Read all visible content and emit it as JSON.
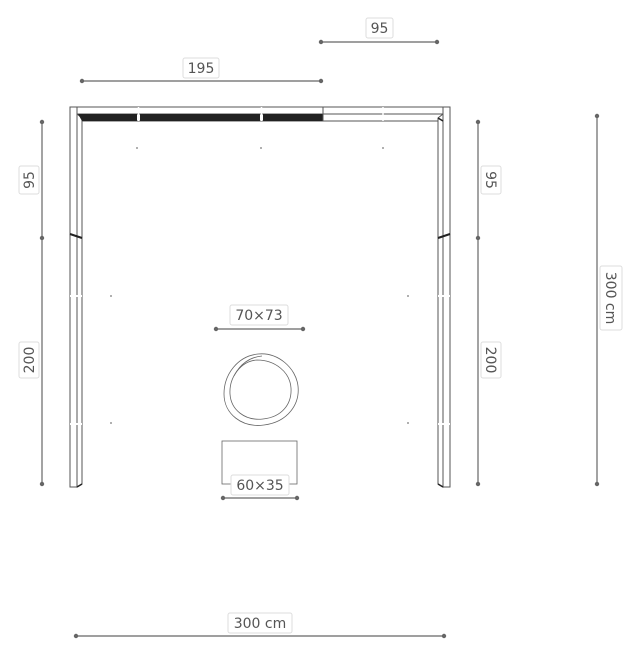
{
  "dimensions": {
    "top_right_width": "95",
    "top_left_width": "195",
    "left_upper_height": "95",
    "left_lower_height": "200",
    "right_upper_height": "95",
    "right_lower_height": "200",
    "overall_height": "300 cm",
    "overall_width": "300 cm",
    "chair_size": "70×73",
    "table_size": "60×35"
  },
  "colors": {
    "line": "#666666",
    "wall_stroke": "#555555",
    "curtain_fill": "#222222",
    "label_text": "#555555"
  }
}
